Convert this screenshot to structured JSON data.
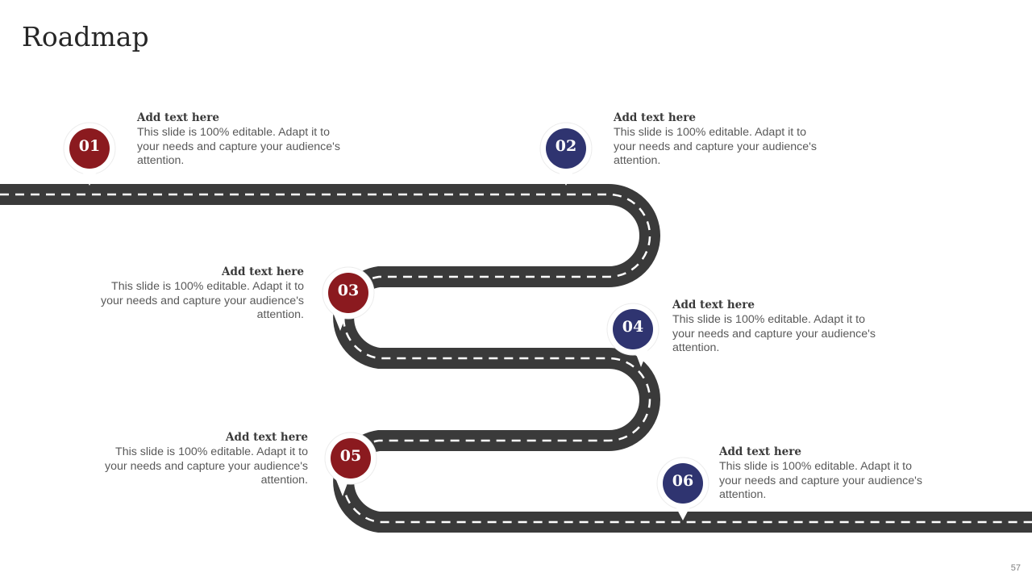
{
  "title": "Roadmap",
  "page_number": "57",
  "colors": {
    "red": "#8b1a1f",
    "navy": "#2f3470",
    "road": "#3a3a3a",
    "lane": "#ffffff"
  },
  "steps": [
    {
      "num": "01",
      "heading": "Add text here",
      "body": "This slide is 100% editable. Adapt it to your needs and capture your audience's attention."
    },
    {
      "num": "02",
      "heading": "Add text here",
      "body": "This slide is 100% editable. Adapt it to your needs and capture your audience's attention."
    },
    {
      "num": "03",
      "heading": "Add text here",
      "body": "This slide is 100% editable. Adapt it to your needs and capture your audience's attention."
    },
    {
      "num": "04",
      "heading": "Add text here",
      "body": "This slide is 100% editable. Adapt it to your needs and capture your audience's attention."
    },
    {
      "num": "05",
      "heading": "Add text here",
      "body": "This slide is 100% editable. Adapt it to your needs and capture your audience's attention."
    },
    {
      "num": "06",
      "heading": "Add text here",
      "body": "This slide is 100% editable. Adapt it to your needs and capture your audience's attention."
    }
  ]
}
